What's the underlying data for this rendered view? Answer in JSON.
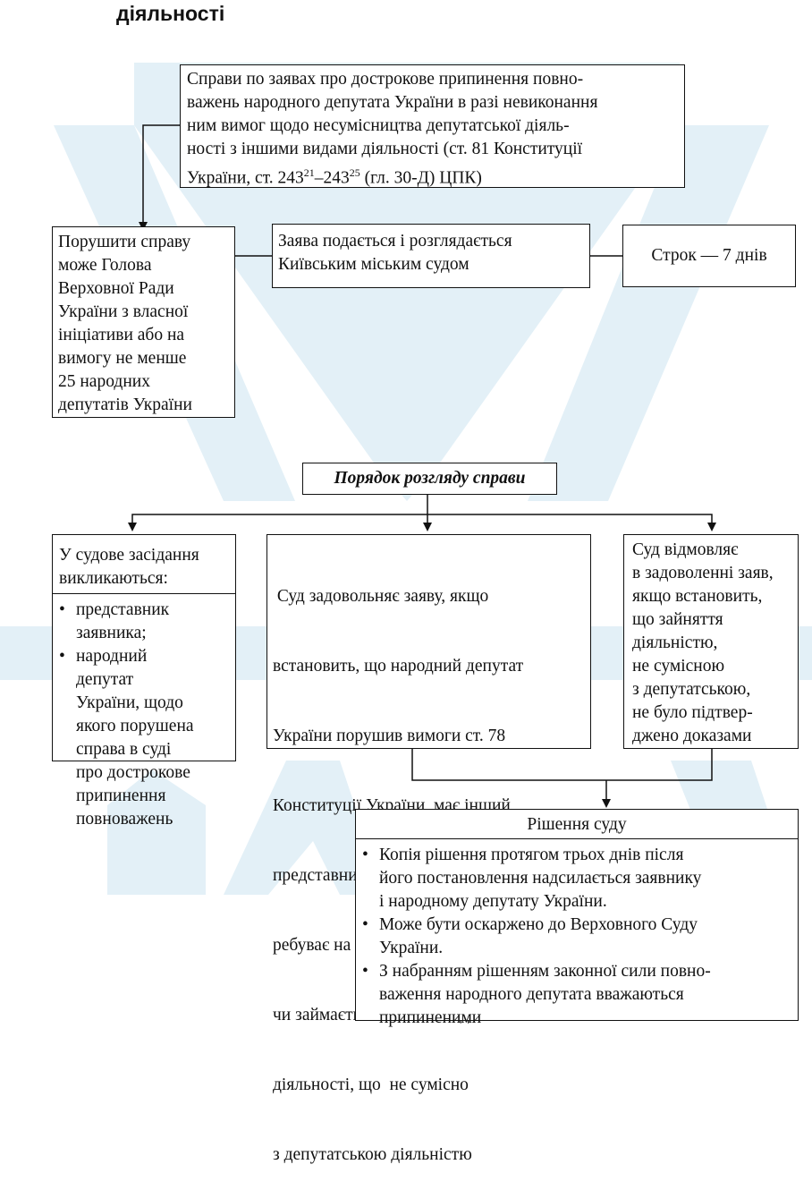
{
  "heading": "діяльності",
  "top_box": {
    "lines": [
      "Справи по заявах про дострокове припинення повно-",
      "важень народного депутата України в разі невиконання",
      "ним вимог щодо несумісництва депутатської діяль-",
      "ності з іншими видами діяльності (ст. 81 Конституції"
    ],
    "last_prefix": "України, ст. 243",
    "sup1": "21",
    "dash": "–243",
    "sup2": "25",
    "last_suffix": " (гл. 30-Д) ЦПК)"
  },
  "initiator_box": {
    "lines": [
      "Порушити справу",
      "може Голова",
      "Верховної Ради",
      "України з власної",
      "ініціативи або на",
      "вимогу не менше",
      "25 народних",
      "депутатів України"
    ]
  },
  "court_box": {
    "lines": [
      "Заява подається і розглядається",
      "Київським міським судом"
    ]
  },
  "term_box": {
    "text": "Строк — 7 днів"
  },
  "procedure_box": {
    "text": "Порядок розгляду справи"
  },
  "summoned_box": {
    "title_lines": [
      "У судове засідання",
      "викликаються:"
    ],
    "items": [
      [
        "представник",
        "заявника;"
      ],
      [
        "народний",
        "депутат",
        "України, щодо",
        "якого порушена",
        "справа в суді",
        "про дострокове",
        "припинення",
        "повноважень"
      ]
    ]
  },
  "satisfy_box": {
    "lines": [
      " Суд задовольняє заяву, якщо",
      "встановить, що народний депутат",
      "України порушив вимоги ст. 78",
      "Конституції України, має інший",
      "представницький мандат або пе-",
      "ребуває на державній службі",
      "чи займається іншими видами",
      "діяльності, що  не сумісно",
      "з депутатською діяльністю"
    ]
  },
  "refuse_box": {
    "lines": [
      "Суд відмовляє",
      "в задоволенні заяв,",
      "якщо встановить,",
      "що зайняття",
      "діяльністю,",
      "не сумісною",
      "з депутатською,",
      "не було підтвер-",
      "джено доказами"
    ]
  },
  "decision_box": {
    "title": "Рішення суду",
    "items": [
      [
        "Копія рішення протягом трьох днів після",
        "його постановлення надсилається заявнику",
        "і народному депутату України."
      ],
      [
        "Може бути оскаржено до Верховного Суду",
        "України."
      ],
      [
        "З набранням рішенням законної сили повно-",
        "важення народного депутата вважаються",
        "припиненими"
      ]
    ]
  },
  "colors": {
    "watermark": "#e3f0f7",
    "line": "#111111",
    "box_fill": "#ffffff"
  }
}
